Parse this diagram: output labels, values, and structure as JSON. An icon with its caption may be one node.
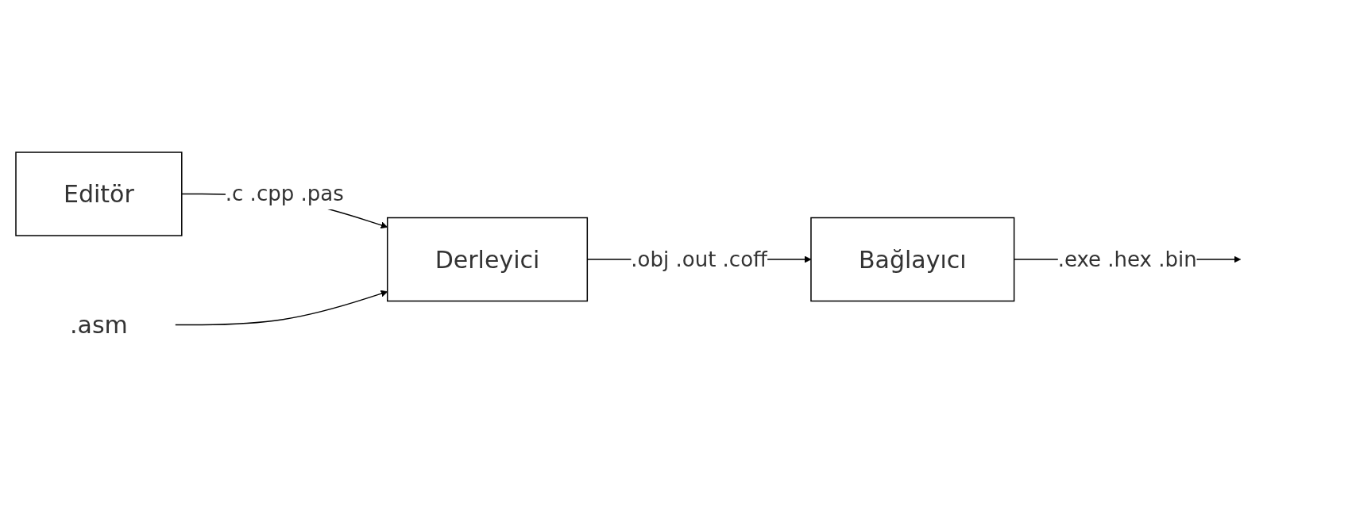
{
  "diagram": {
    "nodes": [
      {
        "text": [
          "Editör"
        ]
      },
      {
        "text": [
          "Derleyici"
        ]
      },
      {
        "text": [
          "Bağlayıcı"
        ]
      },
      {
        "text": [
          ".asm"
        ]
      }
    ],
    "edges": [
      {
        "from": 0,
        "to": 1,
        "arrow": "to",
        "label": ".c .cpp .pas"
      },
      {
        "from": 1,
        "to": 2,
        "arrow": "to",
        "label": ".obj .out .coff"
      },
      {
        "from": 2,
        "to": null,
        "arrow": "to",
        "label": ".exe .hex .bin"
      },
      {
        "from": 3,
        "to": 1,
        "arrow": "to"
      }
    ]
  }
}
